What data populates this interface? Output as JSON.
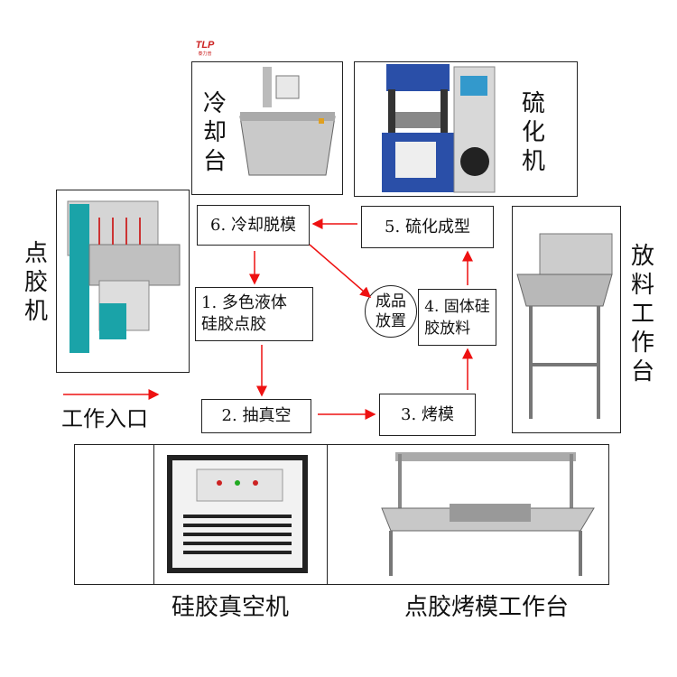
{
  "logo": {
    "text": "TLP",
    "subtext": "泰力普"
  },
  "machines": {
    "cooling": "冷却台",
    "vulcanizer": "硫化机",
    "dispenser": "点胶机",
    "placement": "放料工作台",
    "vacuum": "硅胶真空机",
    "workbench": "点胶烤模工作台"
  },
  "entrance": "工作入口",
  "steps": {
    "s1": "1. 多色液体\n  硅胶点胶",
    "s2": "2. 抽真空",
    "s3": "3. 烤模",
    "s4": "4. 固体硅\n  胶放料",
    "s5": "5. 硫化成型",
    "s6": "6. 冷却脱模",
    "finished": "成品\n放置"
  },
  "colors": {
    "arrow": "#ee1111",
    "border": "#222222"
  }
}
